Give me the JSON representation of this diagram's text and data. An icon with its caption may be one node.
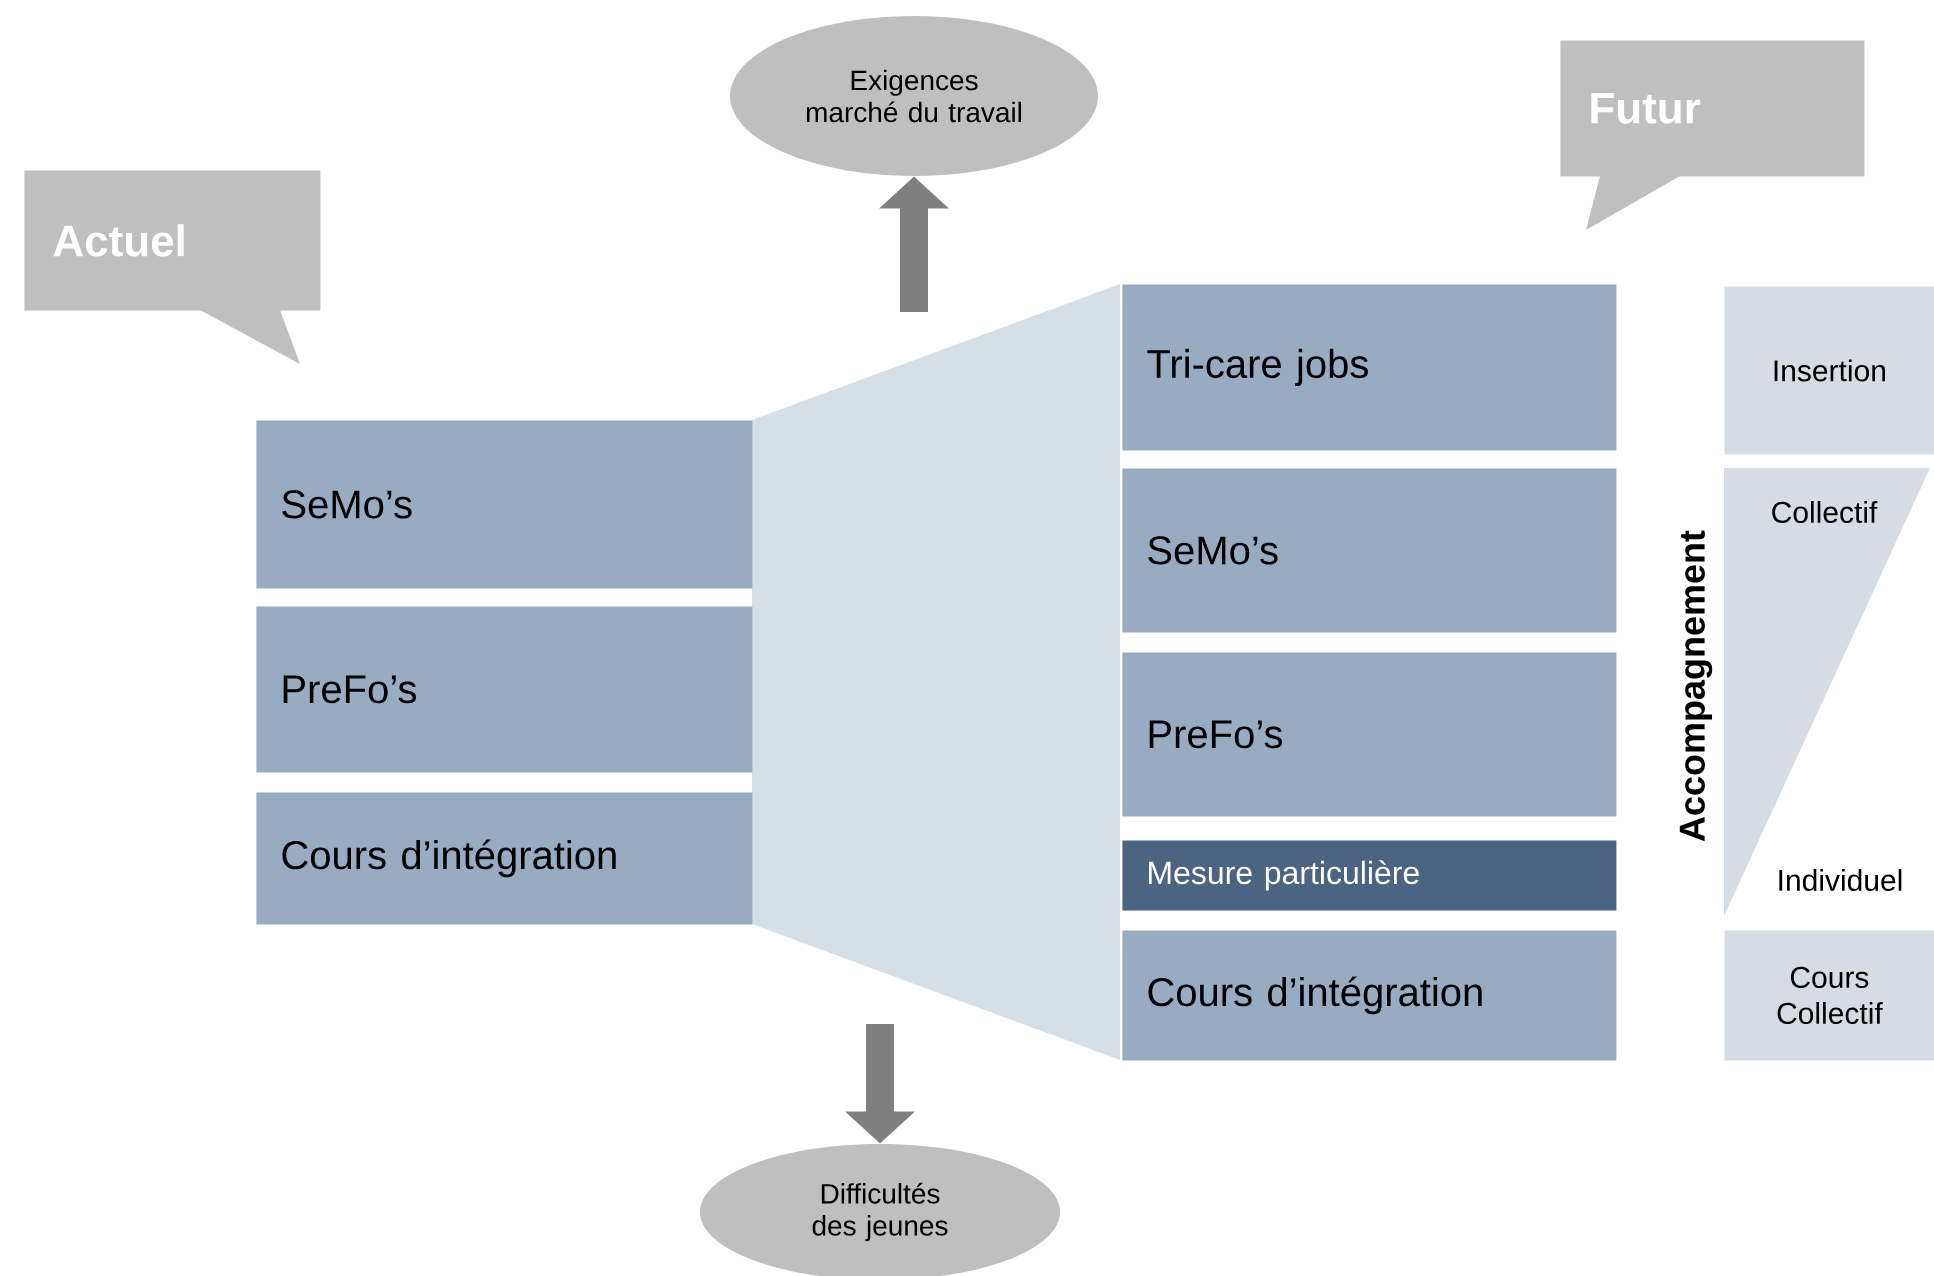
{
  "diagram": {
    "nodes": [
      {
        "text": [
          "Actuel"
        ]
      },
      {
        "text": [
          "Exigences marché du travail"
        ]
      },
      {
        "text": [
          "Futur"
        ]
      },
      {
        "text": [
          "SeMo’s"
        ]
      },
      {
        "text": [
          "PreFo’s"
        ]
      },
      {
        "text": [
          "Cours d’intégration"
        ]
      },
      {
        "text": [
          "Tri-care jobs"
        ]
      },
      {
        "text": [
          "SeMo’s"
        ]
      },
      {
        "text": [
          "PreFo’s"
        ]
      },
      {
        "text": [
          "Mesure particulière"
        ]
      },
      {
        "text": [
          "Cours d’intégration"
        ]
      },
      {
        "text": [
          "Insertion"
        ]
      },
      {
        "text": [
          "Collectif",
          "Individuel"
        ]
      },
      {
        "text": [
          "Cours Collectif"
        ]
      },
      {
        "text": [
          "Difficultés des jeunes"
        ]
      },
      {
        "text": [],
        "shape": "trapezoid"
      }
    ],
    "edges": [
      {
        "from": null,
        "to": 1,
        "arrow": "to"
      },
      {
        "from": null,
        "to": 14,
        "arrow": "to"
      }
    ],
    "labels": [
      "Accompagnement"
    ]
  }
}
